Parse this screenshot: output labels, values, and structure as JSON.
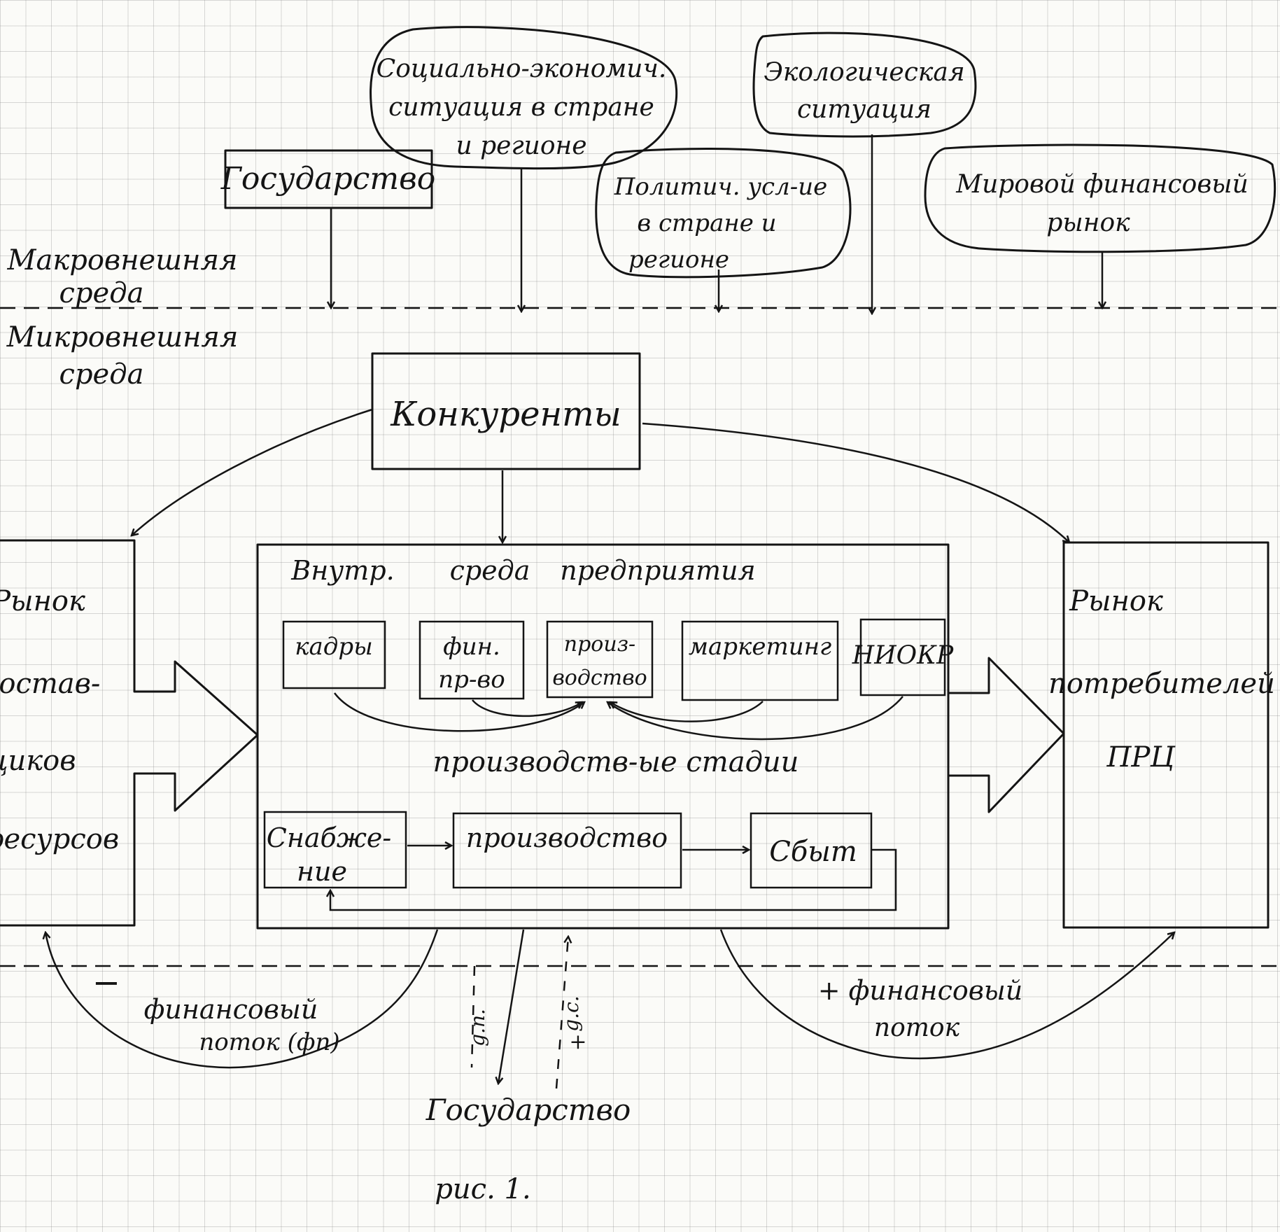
{
  "macro_factors": {
    "state_top": "Государство",
    "socio_economic": [
      "Социально-экономич.",
      "ситуация в стране",
      "и регионе"
    ],
    "ecological": [
      "Экологическая",
      "ситуация"
    ],
    "political": [
      "Политич. усл-ие",
      "в стране и",
      "регионе"
    ],
    "world_finance": [
      "Мировой финансовый",
      "рынок"
    ]
  },
  "env_labels": {
    "macro": [
      "Макровнешняя",
      "среда"
    ],
    "micro": [
      "Микровнешняя",
      "среда"
    ]
  },
  "competitors": "Конкуренты",
  "suppliers_market": [
    "Рынок",
    "постав-",
    "щиков",
    "ресурсов"
  ],
  "consumers_market": [
    "Рынок",
    "потребителей",
    "ПРЦ"
  ],
  "enterprise": {
    "title_words": [
      "Внутр.",
      "среда",
      "предприятия"
    ],
    "functions": [
      [
        "кадры"
      ],
      [
        "фин.",
        "пр-во"
      ],
      [
        "произ-",
        "водство"
      ],
      [
        "маркетинг"
      ],
      [
        "НИОКР"
      ]
    ],
    "stages_label": "производств-ые стадии",
    "stages": [
      [
        "Снабже-",
        "ние"
      ],
      [
        "производство"
      ],
      [
        "Сбыт"
      ]
    ]
  },
  "flows": {
    "minus_sign": "−",
    "financial_out": [
      "финансовый",
      "поток (фп)"
    ],
    "plus_financial_in": [
      "+ финансовый",
      "поток"
    ],
    "state_out": "g.n.",
    "state_in": [
      "g.c.",
      "+"
    ],
    "state_bottom": "Государство"
  },
  "caption": "рис. 1."
}
